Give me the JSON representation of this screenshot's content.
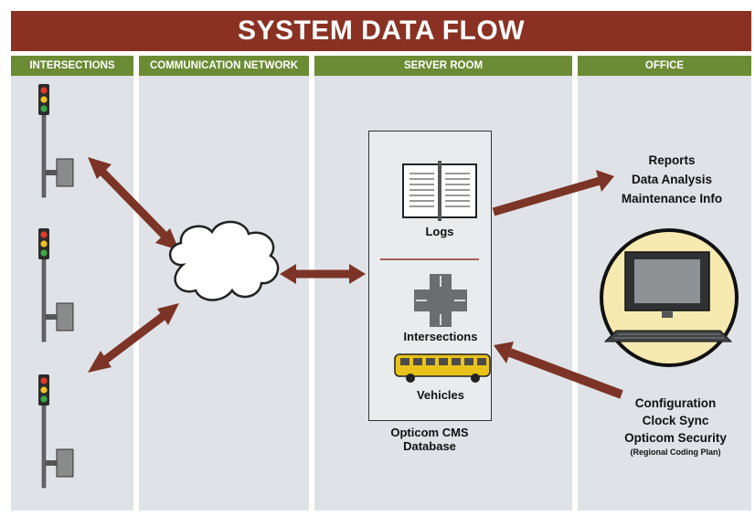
{
  "title": "SYSTEM DATA FLOW",
  "columns": {
    "intersections": "INTERSECTIONS",
    "network": "COMMUNICATION NETWORK",
    "server": "SERVER ROOM",
    "office": "OFFICE"
  },
  "server_box": {
    "logs": "Logs",
    "intersections": "Intersections",
    "vehicles": "Vehicles",
    "db_line1": "Opticom CMS",
    "db_line2": "Database"
  },
  "outputs": {
    "line1": "Reports",
    "line2": "Data Analysis",
    "line3": "Maintenance Info"
  },
  "inputs": {
    "line1": "Configuration",
    "line2": "Clock Sync",
    "line3": "Opticom Security",
    "line4": "(Regional Coding Plan)"
  },
  "colors": {
    "title_bar": "#8a3123",
    "column_header": "#6b8c35",
    "column_body": "#dfe2e6",
    "arrow": "#7c3426",
    "monitor_circle": "#f6eab0",
    "bus": "#e8c21a"
  }
}
